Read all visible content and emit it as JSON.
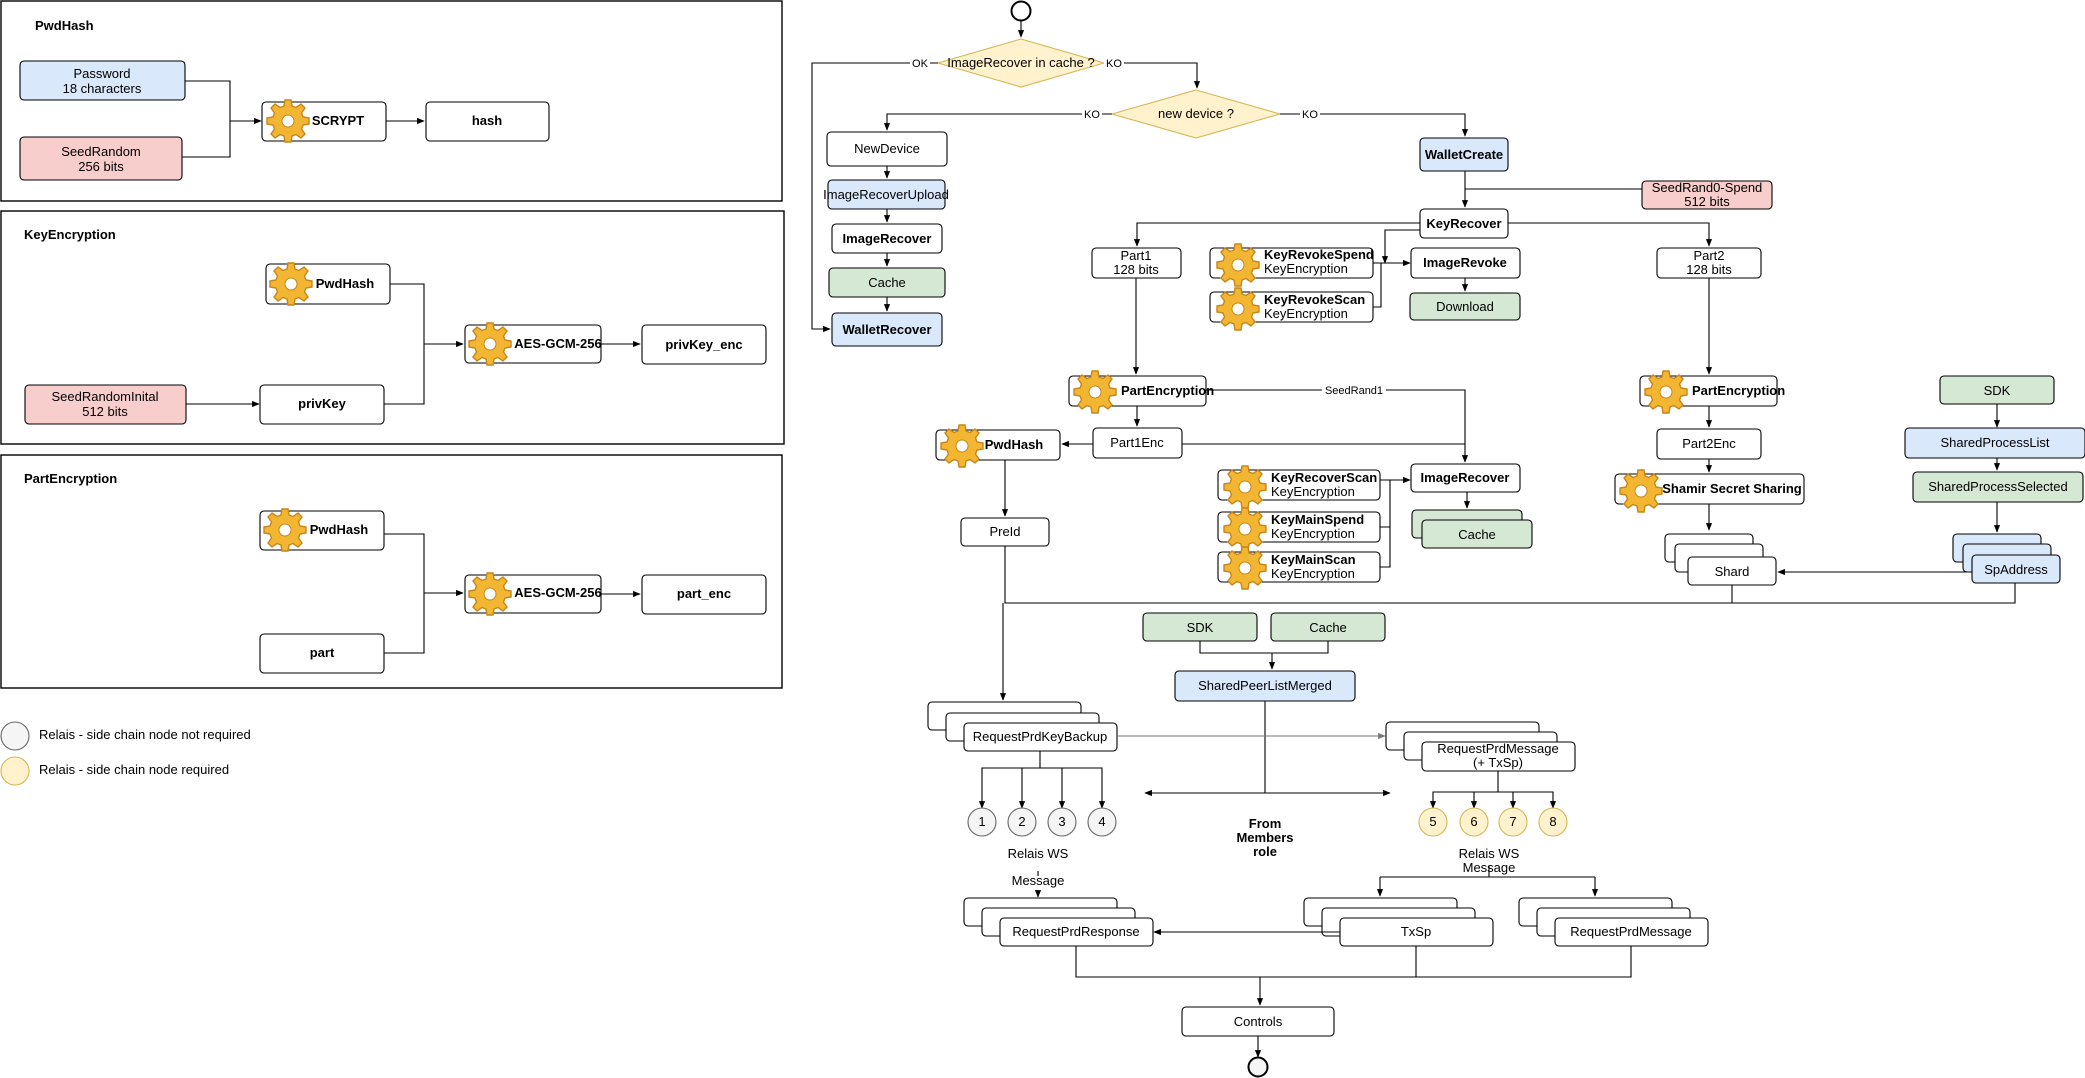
{
  "colors": {
    "blue_fill": "#dae8fc",
    "blue_stroke": "#6c8ebf",
    "red_fill": "#f8cecc",
    "red_stroke": "#b85450",
    "green_fill": "#d5e8d4",
    "green_stroke": "#82b366",
    "yellow_fill": "#fff2cc",
    "yellow_stroke": "#d6b656",
    "grey_fill": "#f5f5f5",
    "grey_stroke": "#666666",
    "gear": "#f2b632"
  },
  "panels": {
    "pwdhash": {
      "title": "PwdHash",
      "password": [
        "Password",
        "18 characters"
      ],
      "seed": [
        "SeedRandom",
        "256 bits"
      ],
      "scrypt": "SCRYPT",
      "hash": "hash"
    },
    "keyenc": {
      "title": "KeyEncryption",
      "pwdhash": "PwdHash",
      "seed": [
        "SeedRandomInital",
        "512 bits"
      ],
      "privkey": "privKey",
      "aes": "AES-GCM-256",
      "out": "privKey_enc"
    },
    "partenc": {
      "title": "PartEncryption",
      "pwdhash": "PwdHash",
      "part": "part",
      "aes": "AES-GCM-256",
      "out": "part_enc"
    }
  },
  "legend": {
    "not_required": "Relais - side chain node not required",
    "required": "Relais - side chain node required"
  },
  "flow": {
    "decision1": "ImageRecover in cache ?",
    "decision2": "new device ?",
    "ok": "OK",
    "ko": "KO",
    "new_device": "NewDevice",
    "image_recover_upload": "ImageRecoverUpload",
    "image_recover": "ImageRecover",
    "cache": "Cache",
    "wallet_recover": "WalletRecover",
    "wallet_create": "WalletCreate",
    "seed_rand0": [
      "SeedRand0-Spend",
      "512 bits"
    ],
    "key_recover": "KeyRecover",
    "part1": [
      "Part1",
      "128 bits"
    ],
    "part2": [
      "Part2",
      "128 bits"
    ],
    "key_revoke_spend": "KeyRevokeSpend",
    "key_revoke_scan": "KeyRevokeScan",
    "key_encryption": "KeyEncryption",
    "image_revoke": "ImageRevoke",
    "download": "Download",
    "part_encryption": "PartEncryption",
    "seed_rand1": "SeedRand1",
    "part1enc": "Part1Enc",
    "part2enc": "Part2Enc",
    "pwdhash": "PwdHash",
    "preid": "PreId",
    "key_recover_scan": "KeyRecoverScan",
    "key_main_spend": "KeyMainSpend",
    "key_main_scan": "KeyMainScan",
    "image_recover2": "ImageRecover",
    "cache2": "Cache",
    "shamir": "Shamir Secret Sharing",
    "shard": "Shard",
    "sdk": "SDK",
    "shared_process_list": "SharedProcessList",
    "shared_process_selected": "SharedProcessSelected",
    "sp_address": "SpAddress",
    "sdk2": "SDK",
    "cache3": "Cache",
    "shared_peer_list_merged": "SharedPeerListMerged",
    "request_prd_key_backup": "RequestPrdKeyBackup",
    "request_prd_message": [
      "RequestPrdMessage",
      "(+ TxSp)"
    ],
    "from_members_role": [
      "From",
      "Members",
      "role"
    ],
    "relais_ws_left": [
      "Relais WS",
      "Message"
    ],
    "relais_ws_right": [
      "Relais WS",
      "Message"
    ],
    "relais_nums_left": [
      "1",
      "2",
      "3",
      "4"
    ],
    "relais_nums_right": [
      "5",
      "6",
      "7",
      "8"
    ],
    "request_prd_response": "RequestPrdResponse",
    "txsp": "TxSp",
    "request_prd_message2": "RequestPrdMessage",
    "controls": "Controls"
  }
}
